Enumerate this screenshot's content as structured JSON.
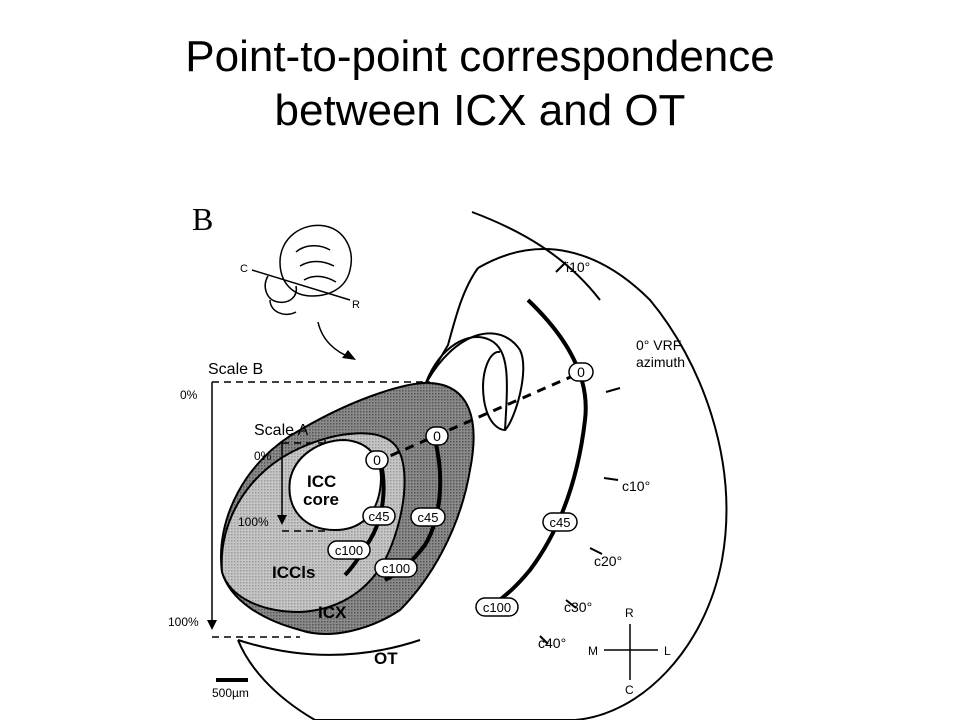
{
  "title": {
    "line1": "Point-to-point correspondence",
    "line2": "between ICX and OT"
  },
  "diagram": {
    "panel_letter": "B",
    "orientation_inset": {
      "c": "C",
      "r": "R"
    },
    "scale_b": {
      "label": "Scale B",
      "top": "0%",
      "bottom": "100%"
    },
    "scale_a": {
      "label": "Scale A",
      "top": "0%",
      "bottom": "100%"
    },
    "regions": {
      "icc_core_line1": "ICC",
      "icc_core_line2": "core",
      "iccls": "ICCls",
      "icx": "ICX",
      "ot": "OT"
    },
    "badges": {
      "icc_0": "0",
      "icc_c45": "c45",
      "icc_c100": "c100",
      "icx_0": "0",
      "icx_c45": "c45",
      "icx_c100": "c100",
      "ot_0": "0",
      "ot_c45": "c45",
      "ot_c100": "c100"
    },
    "ot_ticks": {
      "i10": "i10°",
      "vrf_line1": "0° VRF",
      "vrf_line2": "azimuth",
      "c10": "c10°",
      "c20": "c20°",
      "c30": "c30°",
      "c40": "c40°"
    },
    "compass": {
      "r": "R",
      "m": "M",
      "l": "L",
      "c": "C"
    },
    "scale_bar": "500µm"
  }
}
